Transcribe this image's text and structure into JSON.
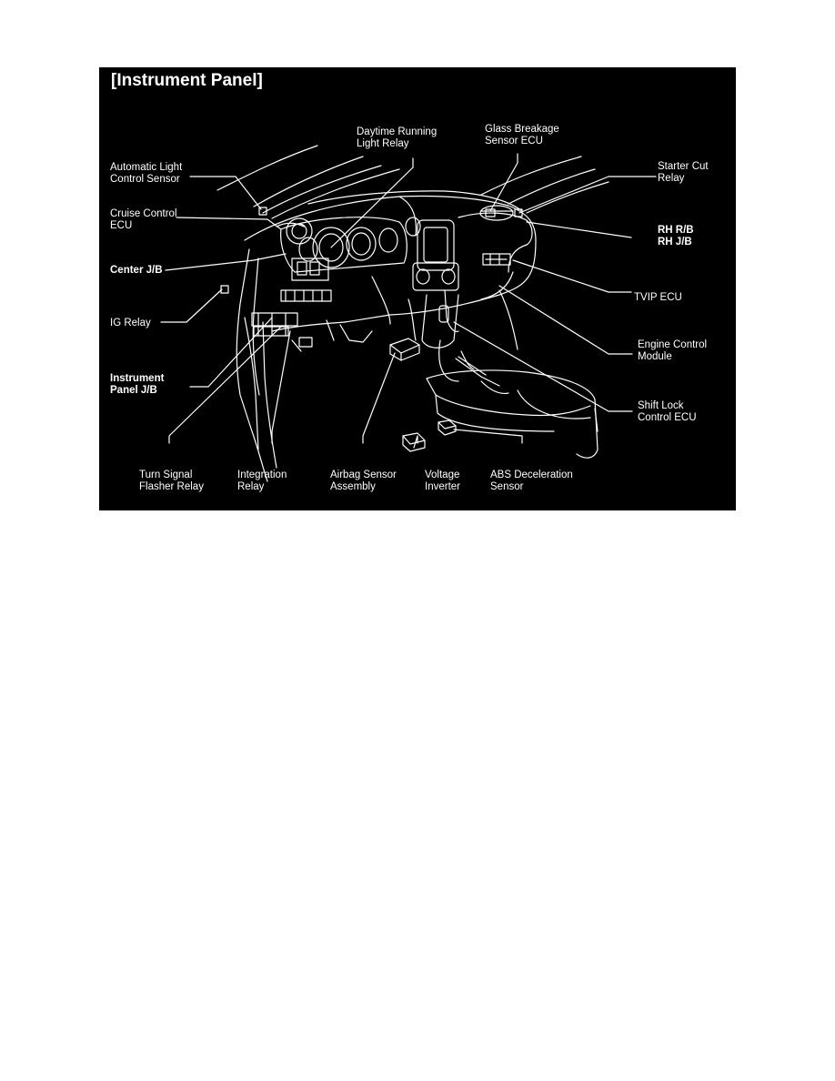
{
  "title": "[Instrument Panel]",
  "labels": {
    "daytime_running_light_relay": "Daytime Running\nLight Relay",
    "glass_breakage_sensor_ecu": "Glass Breakage\nSensor ECU",
    "automatic_light_control_sensor": "Automatic Light\nControl Sensor",
    "starter_cut_relay": "Starter Cut\nRelay",
    "cruise_control_ecu": "Cruise Control\nECU",
    "rh_rb_rh_jb": "RH R/B\nRH J/B",
    "center_jb": "Center J/B",
    "tvip_ecu": "TVIP ECU",
    "ig_relay": "IG Relay",
    "engine_control_module": "Engine Control\nModule",
    "instrument_panel_jb": "Instrument\nPanel J/B",
    "shift_lock_control_ecu": "Shift Lock\nControl ECU",
    "turn_signal_flasher_relay": "Turn Signal\nFlasher Relay",
    "integration_relay": "Integration\nRelay",
    "airbag_sensor_assembly": "Airbag Sensor\nAssembly",
    "voltage_inverter": "Voltage\nInverter",
    "abs_deceleration_sensor": "ABS Deceleration\nSensor"
  },
  "colors": {
    "background": "#000000",
    "line": "#ffffff",
    "page": "#ffffff"
  }
}
